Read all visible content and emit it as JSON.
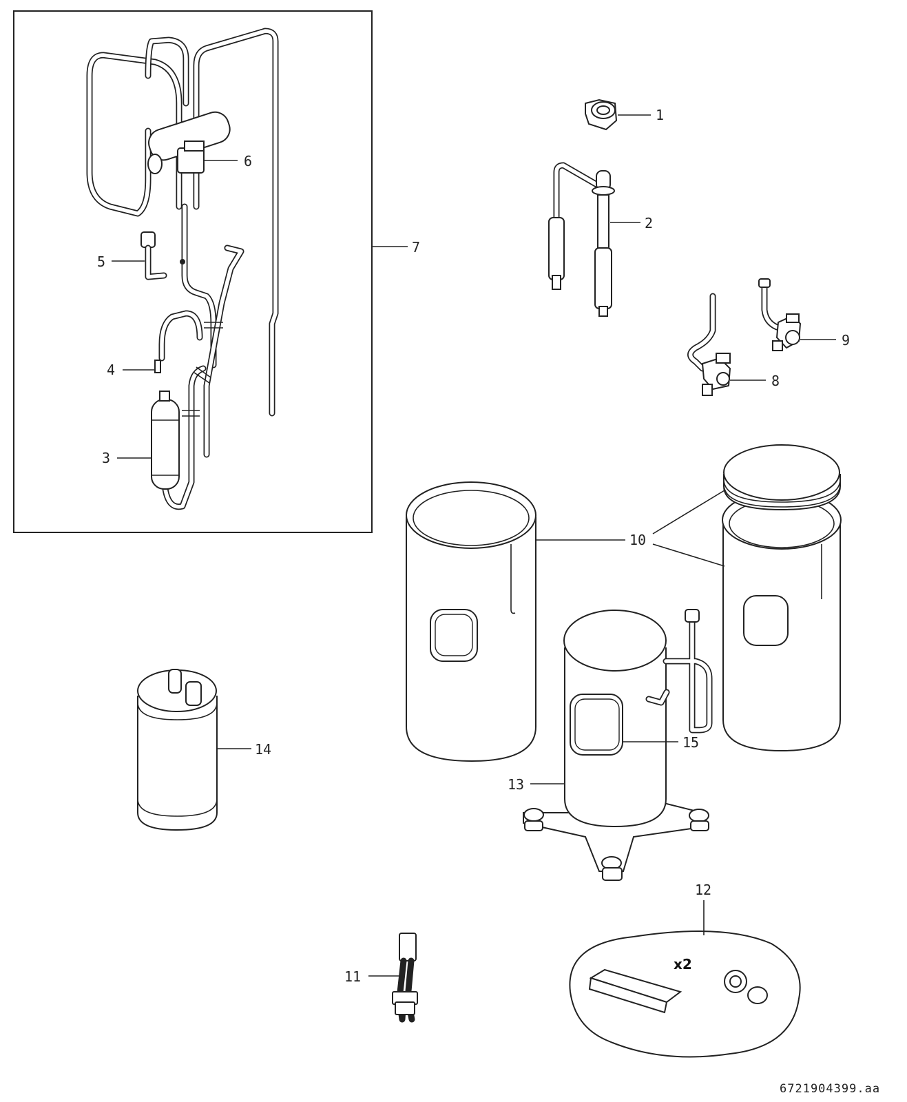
{
  "figure": {
    "document_id": "6721904399.aa",
    "quantity_note": "x2",
    "callouts": [
      {
        "id": "1",
        "label": "1"
      },
      {
        "id": "2",
        "label": "2"
      },
      {
        "id": "3",
        "label": "3"
      },
      {
        "id": "4",
        "label": "4"
      },
      {
        "id": "5",
        "label": "5"
      },
      {
        "id": "6",
        "label": "6"
      },
      {
        "id": "7",
        "label": "7"
      },
      {
        "id": "8",
        "label": "8"
      },
      {
        "id": "9",
        "label": "9"
      },
      {
        "id": "10",
        "label": "10"
      },
      {
        "id": "11",
        "label": "11"
      },
      {
        "id": "12",
        "label": "12"
      },
      {
        "id": "13",
        "label": "13"
      },
      {
        "id": "14",
        "label": "14"
      },
      {
        "id": "15",
        "label": "15"
      }
    ]
  }
}
